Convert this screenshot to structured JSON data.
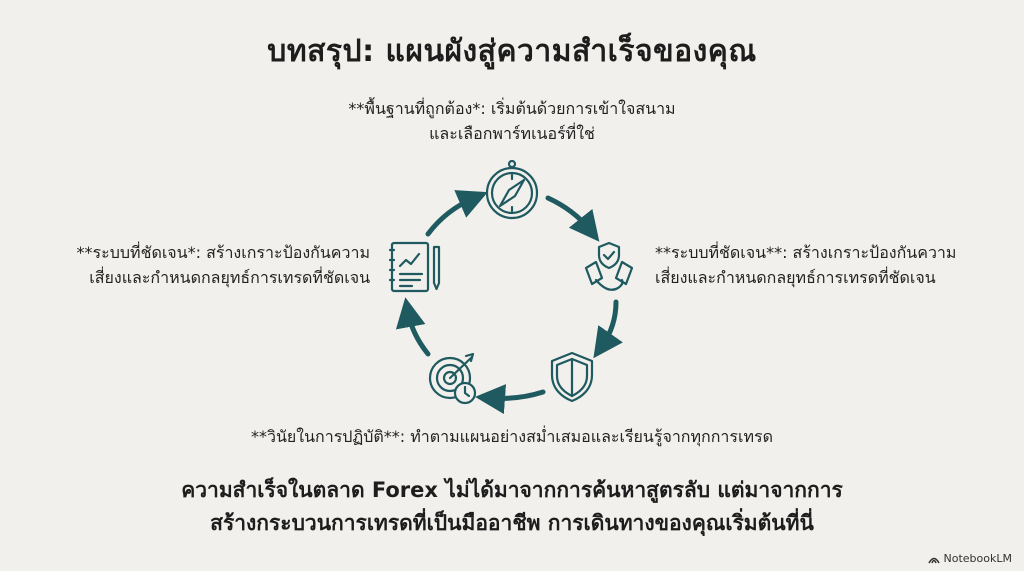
{
  "title": "บทสรุป: แผนผังสู่ความสำเร็จของคุณ",
  "steps": {
    "top": {
      "line1": "**พื้นฐานที่ถูกต้อง*: เริ่มต้นด้วยการเข้าใจสนาม",
      "line2": "และเลือกพาร์ทเนอร์ที่ใช่",
      "icon": "compass-icon"
    },
    "right": {
      "line1": "**ระบบที่ชัดเจน**: สร้างเกราะป้องกันความ",
      "line2": "เสี่ยงและกำหนดกลยุทธ์การเทรดที่ชัดเจน",
      "icon": "handshake-shield-icon"
    },
    "bottom": {
      "line1": "**วินัยในการปฏิบัติ**: ทำตามแผนอย่างสม่ำเสมอและเรียนรู้จากทุกการเทรด",
      "icon": "shield-icon"
    },
    "left": {
      "line1": "**ระบบที่ชัดเจน*: สร้างเกราะป้องกันความ",
      "line2": "เสี่ยงและกำหนดกลยุทธ์การเทรดที่ชัดเจน",
      "icon": "notebook-chart-icon"
    }
  },
  "conclusion": {
    "line1": "ความสำเร็จในตลาด Forex ไม่ได้มาจากการค้นหาสูตรลับ แต่มาจากการ",
    "line2": "สร้างกระบวนการเทรดที่เป็นมืออาชีพ การเดินทางของคุณเริ่มต้นที่นี่"
  },
  "watermark": "NotebookLM",
  "colors": {
    "accent": "#1f5a60",
    "background": "#f1f0ec"
  }
}
